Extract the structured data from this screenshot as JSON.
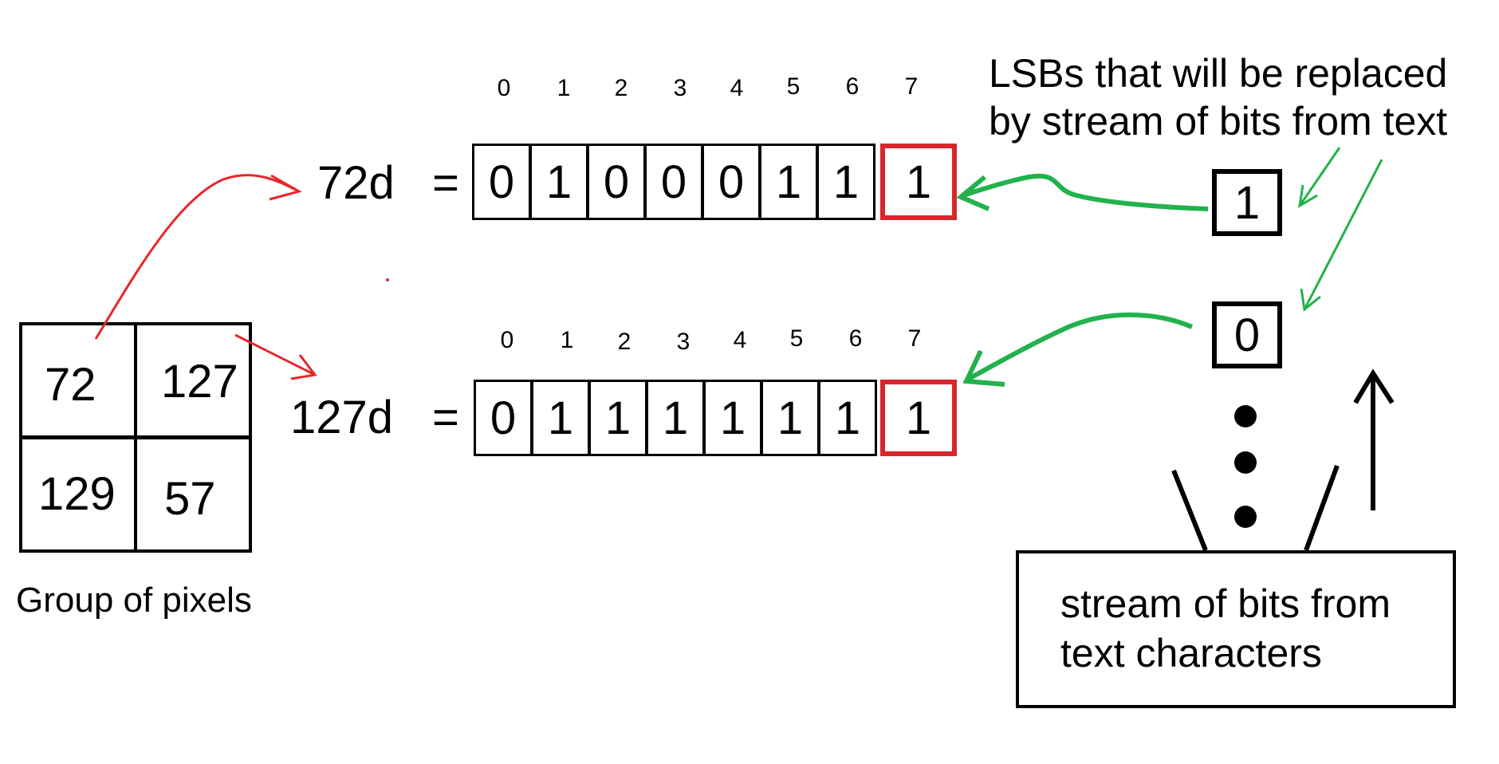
{
  "pixel_group": {
    "values": [
      "72",
      "127",
      "129",
      "57"
    ],
    "caption": "Group of pixels"
  },
  "rows": [
    {
      "label": "72d",
      "equals": "=",
      "indices": [
        "0",
        "1",
        "2",
        "3",
        "4",
        "5",
        "6",
        "7"
      ],
      "bits": [
        "0",
        "1",
        "0",
        "0",
        "0",
        "1",
        "1",
        "1"
      ]
    },
    {
      "label": "127d",
      "equals": "=",
      "indices": [
        "0",
        "1",
        "2",
        "3",
        "4",
        "5",
        "6",
        "7"
      ],
      "bits": [
        "0",
        "1",
        "1",
        "1",
        "1",
        "1",
        "1",
        "1"
      ]
    }
  ],
  "lsb_note": {
    "line1": "LSBs that will be replaced",
    "line2": "by stream of bits from text"
  },
  "stream_bits": [
    "1",
    "0"
  ],
  "stream_source": {
    "line1": "stream of bits from",
    "line2": "text characters"
  },
  "colors": {
    "lsb_highlight": "#d9262b",
    "pixel_arrow": "#e8262b",
    "bit_arrow": "#22b24c"
  }
}
